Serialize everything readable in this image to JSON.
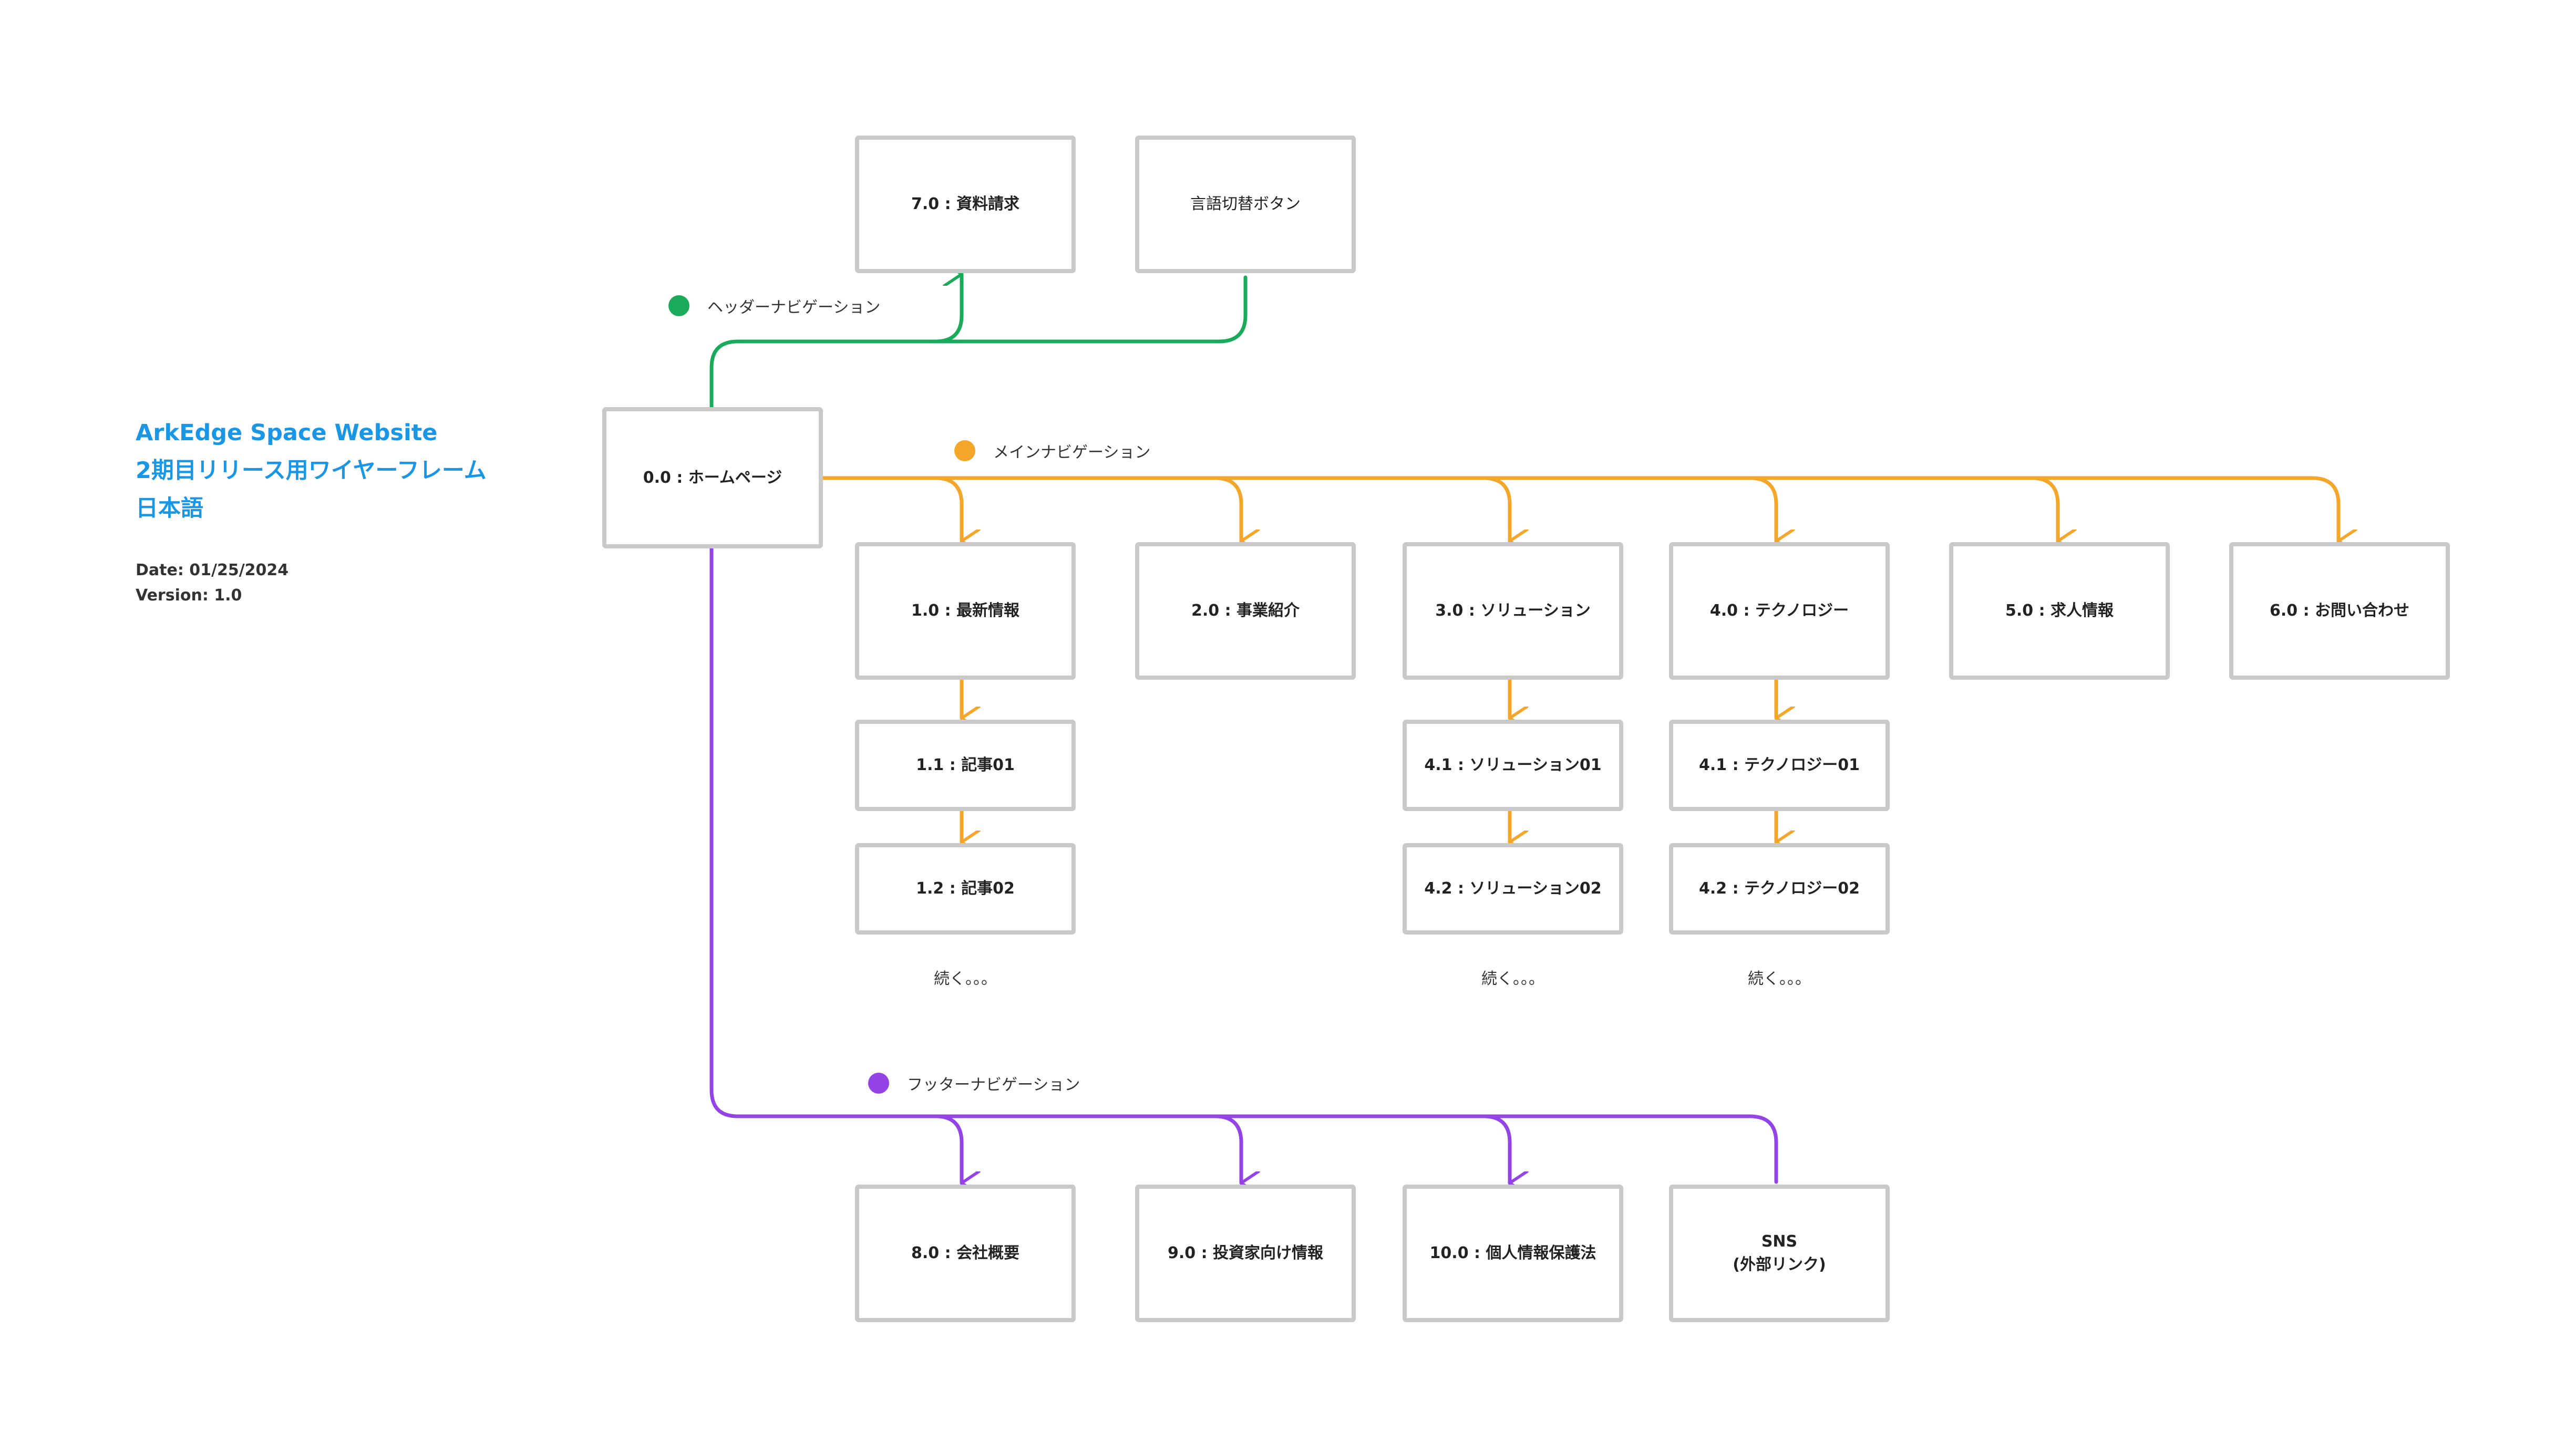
{
  "title_block": {
    "lines": [
      "ArkEdge Space Website",
      "2期目リリース用ワイヤーフレーム",
      "日本語"
    ],
    "date": "Date: 01/25/2024",
    "version": "Version:  1.0"
  },
  "legend": {
    "header_nav": "ヘッダーナビゲーション",
    "main_nav": "メインナビゲーション",
    "footer_nav": "フッターナビゲーション"
  },
  "colors": {
    "header_nav": "#1aab5a",
    "main_nav": "#f4a62a",
    "footer_nav": "#9343e6",
    "box_border": "#c9c9c9",
    "title": "#1996e6"
  },
  "nodes": {
    "home": "0.0 : ホームページ",
    "material_request": "7.0 : 資料請求",
    "language_switch": "言語切替ボタン",
    "news": "1.0 : 最新情報",
    "business": "2.0 : 事業紹介",
    "solution": "3.0 : ソリューション",
    "technology": "4.0 : テクノロジー",
    "careers": "5.0 : 求人情報",
    "contact": "6.0 : お問い合わせ",
    "article01": "1.1 : 記事01",
    "article02": "1.2 : 記事02",
    "solution01": "4.1 : ソリューション01",
    "solution02": "4.2 : ソリューション02",
    "technology01": "4.1 : テクノロジー01",
    "technology02": "4.2 : テクノロジー02",
    "company": "8.0 : 会社概要",
    "investors": "9.0 : 投資家向け情報",
    "privacy": "10.0 : 個人情報保護法",
    "sns": "SNS\n(外部リンク)"
  },
  "continued": {
    "news": "続く。。。",
    "solution": "続く。。。",
    "technology": "続く。。。"
  }
}
